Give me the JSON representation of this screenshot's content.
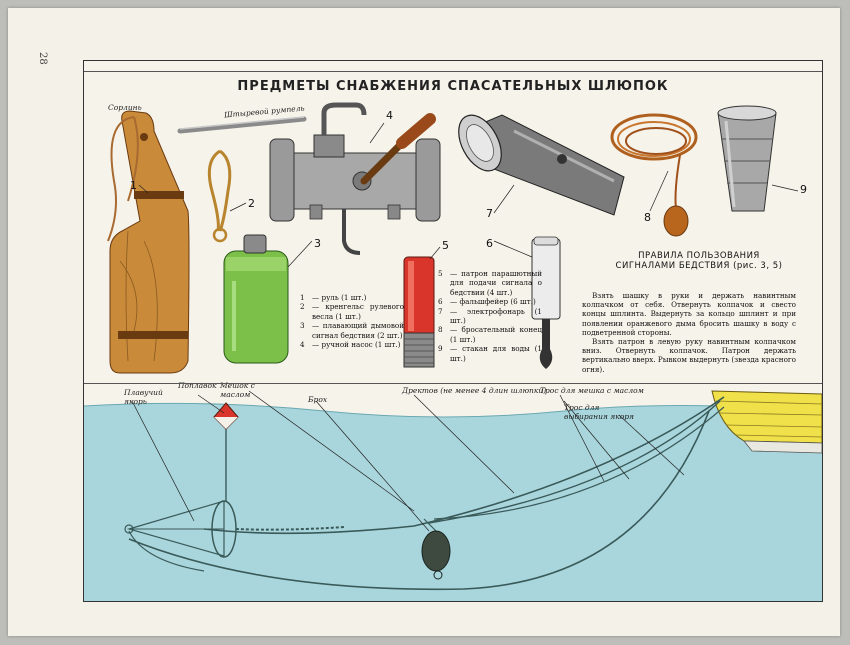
{
  "page_number": "28",
  "title": "ПРЕДМЕТЫ СНАБЖЕНИЯ СПАСАТЕЛЬНЫХ ШЛЮПОК",
  "item_numbers": [
    "1",
    "2",
    "3",
    "4",
    "5",
    "6",
    "7",
    "8",
    "9"
  ],
  "labels": {
    "sorlin": "Сорлинь",
    "rudder_pin": "Штыревой румпель",
    "sea_anchor": "Плавучий якорь",
    "float": "Поплавок",
    "oil_bag": "Мешок с маслом",
    "trip_line": "Брох",
    "drektov": "Дректов (не менее 4 длин шлюпки)",
    "oil_line": "Трос для мешка с маслом",
    "retrieve_line": "Трос для выбирания якоря"
  },
  "legend_left": [
    {
      "n": "1",
      "text": "— руль (1 шт.)"
    },
    {
      "n": "2",
      "text": "— кренгельс рулевого весла (1 шт.)"
    },
    {
      "n": "3",
      "text": "— плавающий дымовой сигнал бедствия (2 шт.)"
    },
    {
      "n": "4",
      "text": "— ручной насос (1 шт.)"
    }
  ],
  "legend_right": [
    {
      "n": "5",
      "text": "— патрон парашютный для подачи сигнала о бедствии (4 шт.)"
    },
    {
      "n": "6",
      "text": "— фальшфейер (6 шт.)"
    },
    {
      "n": "7",
      "text": "— электрофонарь (1 шт.)"
    },
    {
      "n": "8",
      "text": "— бросательный конец (1 шт.)"
    },
    {
      "n": "9",
      "text": "— стакан для воды (1 шт.)"
    }
  ],
  "rules": {
    "heading_line1": "ПРАВИЛА ПОЛЬЗОВАНИЯ",
    "heading_line2": "СИГНАЛАМИ БЕДСТВИЯ (рис. 3, 5)",
    "para1": "Взять шашку в руки и держать навинтным колпачком от себя. Отвернуть колпачок и свесто концы шплинта. Выдернуть за кольцо шплинт и при появлении оранжевого дыма бросить шашку в воду с подветренной стороны.",
    "para2": "Взять патрон в левую руку навинтным колпачком вниз. Отвернуть колпачок. Патрон держать вертикально вверх. Рывком выдернуть (звезда красного огня)."
  },
  "colors": {
    "paper": "#f4f1e8",
    "water": "#a9d6dc",
    "wood": "#c98a3a",
    "green_can": "#7cc04a",
    "red_flare": "#d9352b",
    "boat_yellow": "#f0e04a"
  }
}
